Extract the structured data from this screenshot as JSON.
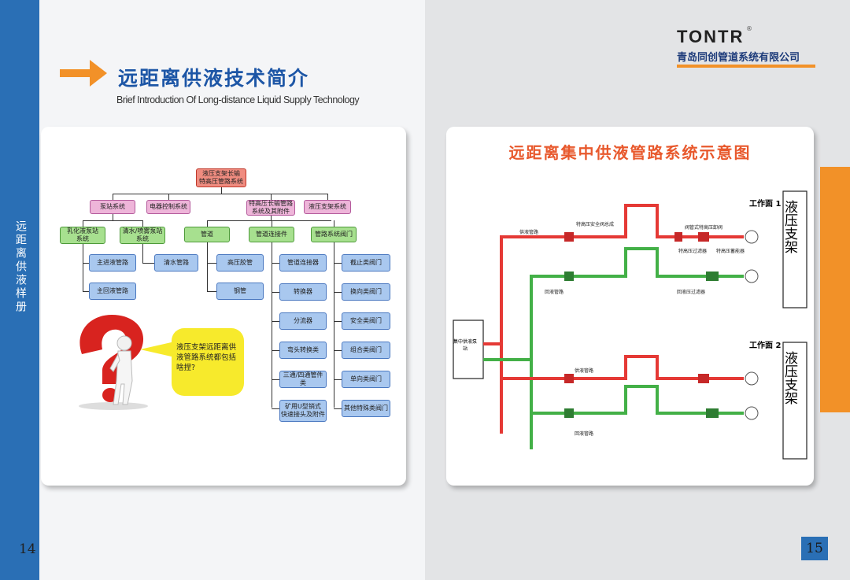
{
  "left_page": {
    "side_label": "远距离供液样册",
    "page_number": "14",
    "title_cn": "远距离供液技术简介",
    "title_en": "Brief Introduction Of Long-distance Liquid Supply Technology"
  },
  "right_page": {
    "page_number": "15",
    "logo": {
      "brand": "TONTR",
      "reg": "®",
      "company": "青岛同创管道系统有限公司"
    },
    "diagram_title": "远距离集中供液管路系统示意图",
    "station": "集中供液泵站",
    "work_face_1": "工作面 1",
    "work_face_2": "工作面 2",
    "support_1": "液压支架",
    "support_2": "液压支架",
    "labels": {
      "supply_line_1": "供液管路",
      "safety_valve": "特高压安全阀总成",
      "check_valve": "阀管式特高压卸阀",
      "filter": "特高压过滤器",
      "accumulator": "特高压蓄能器",
      "return_line_1": "回液管路",
      "return_filter": "回液压过滤器",
      "supply_line_2": "供液管路",
      "return_line_2": "回液管路"
    },
    "colors": {
      "supply": "#e53935",
      "return": "#43b047"
    }
  },
  "org_chart": {
    "root": "液压支架长输\n特高压管路系统",
    "level1": [
      "泵站系统",
      "电器控制系统",
      "特高压长输管路\n系统及其附件",
      "液压支架系统"
    ],
    "pump_children": [
      "乳化液泵站\n系统",
      "清水/喷雾泵站\n系统"
    ],
    "pipeline_children": [
      "管道",
      "管道连接件",
      "管路系统阀门"
    ],
    "emulsion_items": [
      "主进液管路",
      "主回液管路"
    ],
    "water_items": [
      "清水管路"
    ],
    "pipe_items": [
      "高压胶管",
      "钢管"
    ],
    "connector_items": [
      "管道连接器",
      "转换器",
      "分流器",
      "弯头转换类",
      "三通/四通管件类",
      "矿用U型销式\n快速接头及附件"
    ],
    "valve_items": [
      "截止类阀门",
      "换向类阀门",
      "安全类阀门",
      "组合类阀门",
      "单向类阀门",
      "其他特殊类阀门"
    ]
  },
  "bubble_text": "液压支架远距离供液管路系统都包括啥捏?"
}
